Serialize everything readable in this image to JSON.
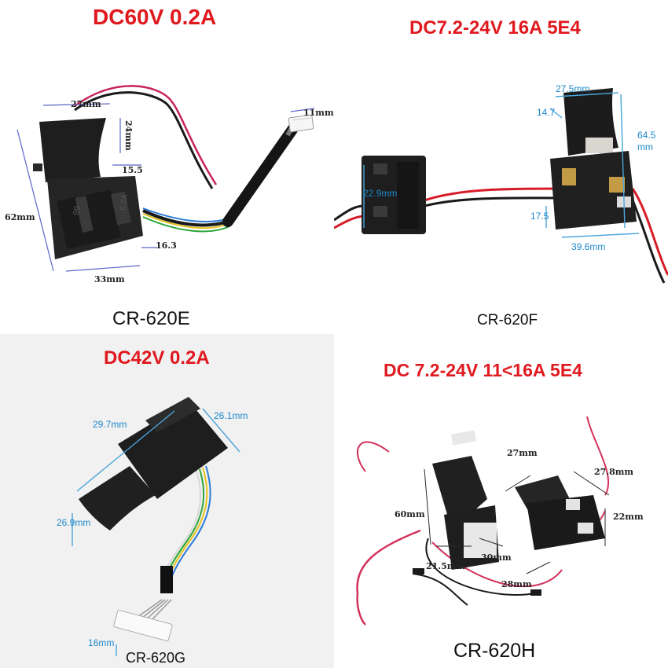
{
  "panels": {
    "top_left": {
      "spec": "DC60V 0.2A",
      "model": "CR-620E",
      "dims": {
        "width_top": "27mm",
        "height_trigger": "24mm",
        "gap": "15.5",
        "height_total": "62mm",
        "bottom_offset": "16.3",
        "width_bottom": "33mm",
        "connector": "11mm"
      },
      "part_markings": [
        "99",
        "0.2A"
      ]
    },
    "top_right": {
      "spec": "DC7.2-24V 16A 5E4",
      "model": "CR-620F",
      "dims": {
        "width_top": "27.5mm",
        "depth_top": "14.7",
        "height_total": "64.5 mm",
        "block_height": "22.9mm",
        "side": "17.5",
        "width_bottom": "39.6mm"
      }
    },
    "bottom_left": {
      "spec": "DC42V 0.2A",
      "model": "CR-620G",
      "dims": {
        "length": "29.7mm",
        "depth": "26.1mm",
        "trigger": "26.9mm",
        "connector": "16mm"
      }
    },
    "bottom_right": {
      "spec": "DC 7.2-24V 11<16A 5E4",
      "model": "CR-620H",
      "dims": {
        "top": "27mm",
        "side_top": "27.8mm",
        "height": "60mm",
        "side_height": "22mm",
        "depth": "30mm",
        "base": "21.5mm",
        "lower": "28mm"
      }
    }
  },
  "colors": {
    "spec_red": "#e0191f",
    "dim_blue": "#1e88c9",
    "body_black": "#1c1c1c"
  }
}
